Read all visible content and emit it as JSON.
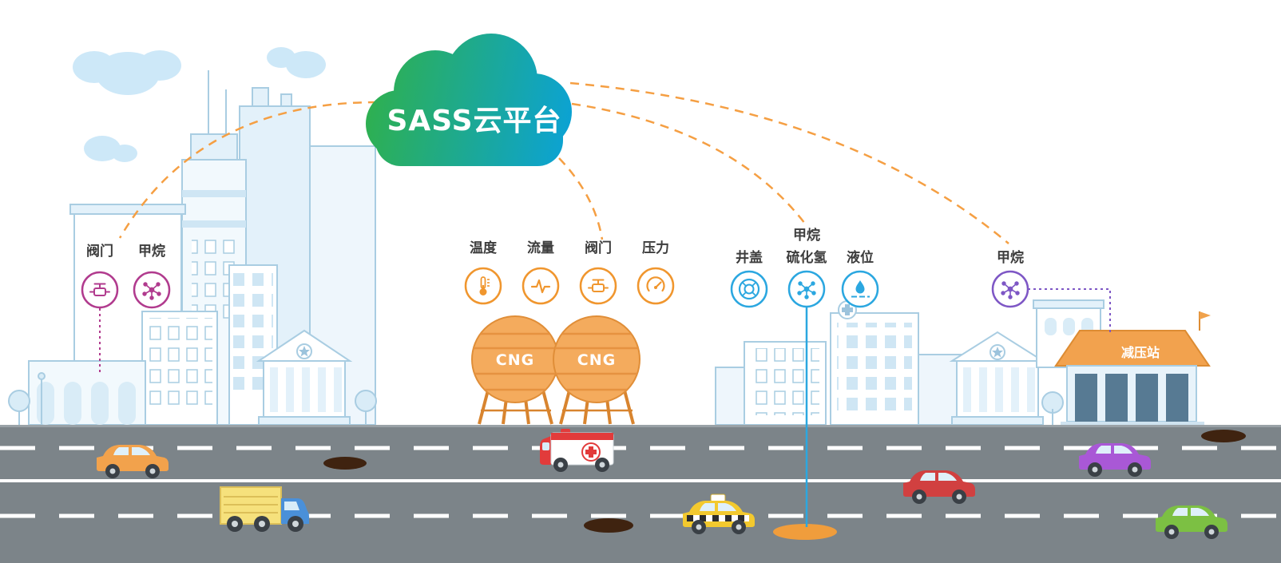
{
  "cloud": {
    "label": "SASS云平台",
    "gradient": [
      "#2fb04d",
      "#0ba2d6"
    ]
  },
  "connections": {
    "color": "#f59f43"
  },
  "sensor_groups": {
    "city_building": {
      "color": "#b13b8e",
      "sensors": [
        {
          "label": "阀门",
          "icon": "valve-icon"
        },
        {
          "label": "甲烷",
          "icon": "molecule-icon"
        }
      ]
    },
    "cng_station": {
      "color": "#f0962e",
      "sensors": [
        {
          "label": "温度",
          "icon": "thermometer-icon"
        },
        {
          "label": "流量",
          "icon": "flow-wave-icon"
        },
        {
          "label": "阀门",
          "icon": "valve-icon"
        },
        {
          "label": "压力",
          "icon": "gauge-icon"
        }
      ]
    },
    "manhole_pipeline": {
      "color": "#2ba7e0",
      "sensors": [
        {
          "label": "井盖",
          "icon": "manhole-icon"
        },
        {
          "labels": [
            "甲烷",
            "硫化氢"
          ],
          "icon": "molecule-icon"
        },
        {
          "label": "液位",
          "icon": "liquid-level-icon"
        }
      ]
    },
    "pressure_station": {
      "color": "#7e57c5",
      "sensors": [
        {
          "label": "甲烷",
          "icon": "molecule-icon"
        }
      ]
    }
  },
  "cng_tanks": {
    "tank1_label": "CNG",
    "tank2_label": "CNG"
  },
  "station": {
    "label": "减压站"
  },
  "scene": {
    "vehicles": [
      "orange-car",
      "yellow-truck",
      "ambulance",
      "taxi",
      "red-car",
      "purple-car",
      "green-car"
    ],
    "road_color": "#7c8489"
  }
}
